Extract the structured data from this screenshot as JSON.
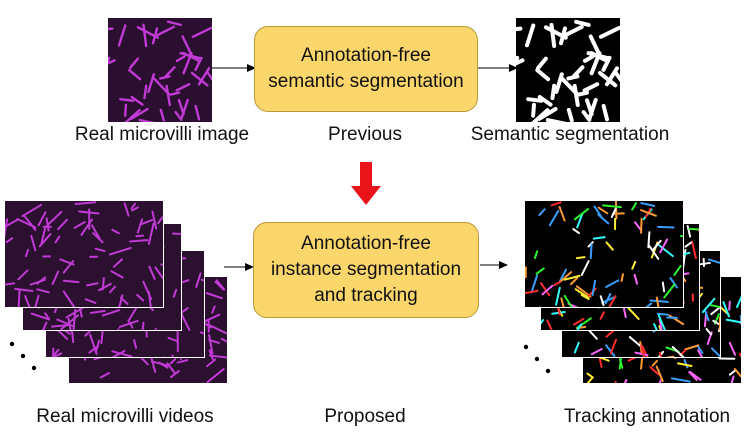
{
  "top_row": {
    "input_label": "Real microvilli image",
    "method_lines": [
      "Annotation-free",
      "semantic segmentation"
    ],
    "method_label": "Previous",
    "output_label": "Semantic segmentation"
  },
  "bottom_row": {
    "input_label": "Real microvilli videos",
    "method_lines": [
      "Annotation-free",
      "instance segmentation",
      "and tracking"
    ],
    "method_label": "Proposed",
    "output_label": "Tracking annotation"
  },
  "colors": {
    "box_fill": "#fbd66a",
    "box_border": "#b89a3a",
    "down_arrow": "#e8141a",
    "microvilli": "#c23ad6"
  }
}
